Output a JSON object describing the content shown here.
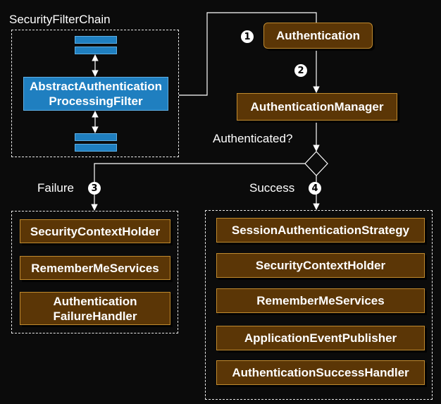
{
  "filter_chain": {
    "title": "SecurityFilterChain",
    "filter_label": "AbstractAuthentication\nProcessingFilter"
  },
  "flow": {
    "authentication": "Authentication",
    "authentication_manager": "AuthenticationManager",
    "decision_label": "Authenticated?"
  },
  "steps": {
    "s1": "1",
    "s2": "2",
    "s3": "3",
    "s4": "4"
  },
  "failure": {
    "label": "Failure",
    "items": [
      "SecurityContextHolder",
      "RememberMeServices",
      "Authentication\nFailureHandler"
    ]
  },
  "success": {
    "label": "Success",
    "items": [
      "SessionAuthenticationStrategy",
      "SecurityContextHolder",
      "RememberMeServices",
      "ApplicationEventPublisher",
      "AuthenticationSuccessHandler"
    ]
  },
  "colors": {
    "background": "#0b0b0b",
    "node_fill": "#5b3606",
    "node_border": "#c08a2e",
    "filter_fill": "#1f7fc0",
    "line": "#ffffff"
  }
}
